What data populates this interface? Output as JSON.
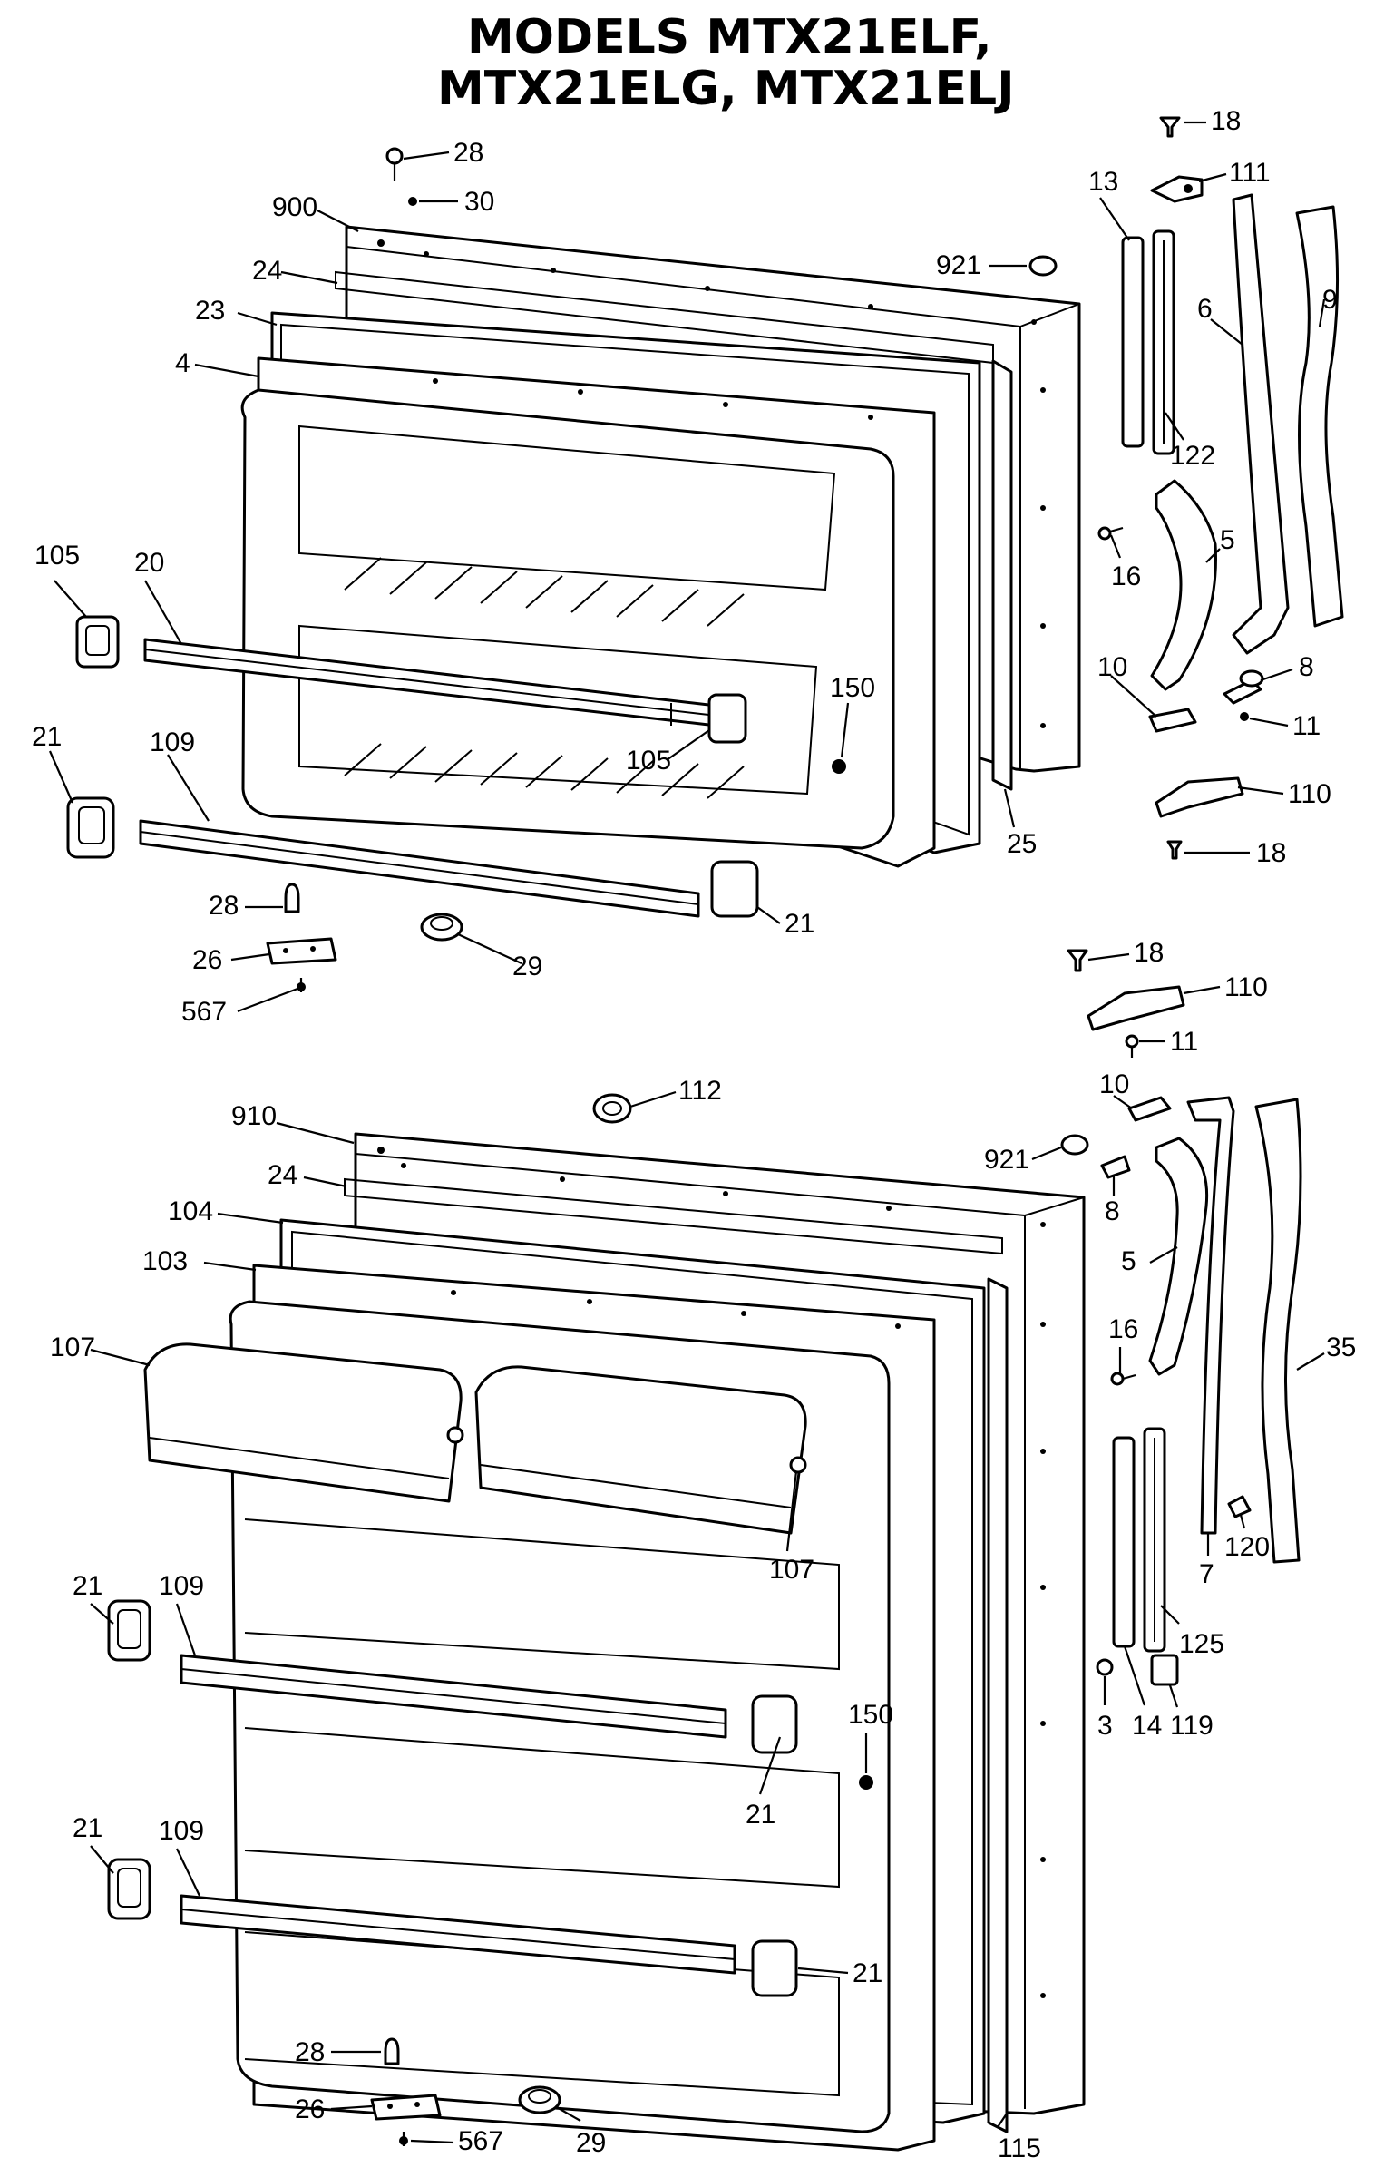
{
  "title": {
    "line1": "MODELS MTX21ELF,",
    "line2": "MTX21ELG, MTX21ELJ"
  },
  "callouts": {
    "c_28a": "28",
    "c_30": "30",
    "c_900": "900",
    "c_24a": "24",
    "c_23": "23",
    "c_4": "4",
    "c_921a": "921",
    "c_18a": "18",
    "c_111": "111",
    "c_13": "13",
    "c_6": "6",
    "c_9": "9",
    "c_122": "122",
    "c_16a": "16",
    "c_5a": "5",
    "c_10a": "10",
    "c_8a": "8",
    "c_11a": "11",
    "c_110a": "110",
    "c_18b": "18",
    "c_105a": "105",
    "c_20": "20",
    "c_105b": "105",
    "c_150a": "150",
    "c_25": "25",
    "c_21a": "21",
    "c_109a": "109",
    "c_21b": "21",
    "c_28b": "28",
    "c_26a": "26",
    "c_29a": "29",
    "c_567a": "567",
    "c_18c": "18",
    "c_110b": "110",
    "c_11b": "11",
    "c_112": "112",
    "c_910": "910",
    "c_10b": "10",
    "c_921b": "921",
    "c_24b": "24",
    "c_8b": "8",
    "c_104": "104",
    "c_103": "103",
    "c_5b": "5",
    "c_16b": "16",
    "c_35": "35",
    "c_107a": "107",
    "c_107b": "107",
    "c_120": "120",
    "c_7": "7",
    "c_125": "125",
    "c_3": "3",
    "c_14": "14",
    "c_119": "119",
    "c_21c": "21",
    "c_109b": "109",
    "c_150b": "150",
    "c_21d": "21",
    "c_21e": "21",
    "c_109c": "109",
    "c_21f": "21",
    "c_28c": "28",
    "c_26b": "26",
    "c_567b": "567",
    "c_29b": "29",
    "c_115": "115"
  }
}
